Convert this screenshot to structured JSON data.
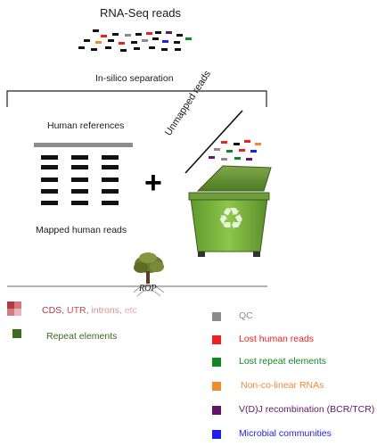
{
  "title": "RNA-Seq reads",
  "separation_label": "In-silico separation",
  "human_references": "Human references",
  "mapped_reads": "Mapped human  reads",
  "unmapped_reads": "Unmapped reads",
  "plus_sign": "+",
  "rop_label": "ROP",
  "recycle_symbol": "♻",
  "colors": {
    "gray": "#8c8c8c",
    "red": "#ee2020",
    "green": "#13871f",
    "orange": "#f08a33",
    "purple": "#63156b",
    "blue": "#1e1eee",
    "dark": "#111111"
  },
  "mapped_legend": {
    "cds": "CDS,",
    "utr": "UTR,",
    "introns": "introns,",
    "etc": "etc",
    "repeat": "Repeat elements"
  },
  "unmapped_legend": [
    {
      "label": "QC",
      "color": "#8c8c8c"
    },
    {
      "label": "Lost human reads",
      "color": "#ee2020"
    },
    {
      "label": "Lost repeat elements",
      "color": "#13871f"
    },
    {
      "label": "Non-co-linear RNAs",
      "color": "#f08a33"
    },
    {
      "label": "V(D)J recombination (BCR/TCR)",
      "color": "#63156b"
    },
    {
      "label": "Microbial communities",
      "color": "#1e1eee"
    }
  ]
}
